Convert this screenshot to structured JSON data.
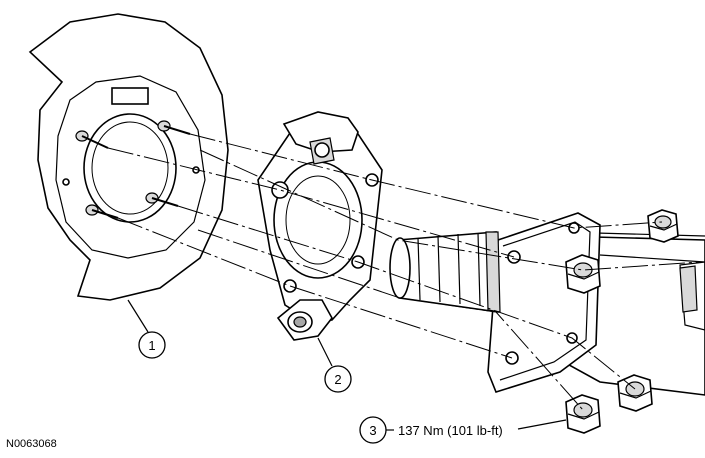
{
  "figure_id": "N0063068",
  "callouts": [
    {
      "number": "1",
      "label": ""
    },
    {
      "number": "2",
      "label": ""
    },
    {
      "number": "3",
      "label": "137 Nm (101 lb-ft)"
    }
  ]
}
